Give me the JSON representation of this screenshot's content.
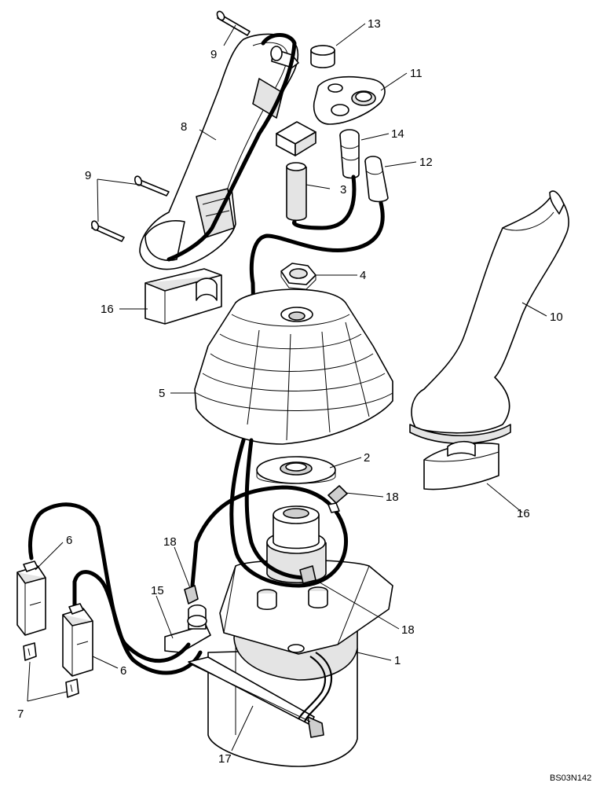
{
  "drawing": {
    "reference": "BS03N142",
    "callouts": [
      {
        "id": "c9a",
        "label": "9"
      },
      {
        "id": "c13",
        "label": "13"
      },
      {
        "id": "c11",
        "label": "11"
      },
      {
        "id": "c8",
        "label": "8"
      },
      {
        "id": "c14",
        "label": "14"
      },
      {
        "id": "c12",
        "label": "12"
      },
      {
        "id": "c9b",
        "label": "9"
      },
      {
        "id": "c3",
        "label": "3"
      },
      {
        "id": "c4",
        "label": "4"
      },
      {
        "id": "c16a",
        "label": "16"
      },
      {
        "id": "c10",
        "label": "10"
      },
      {
        "id": "c5",
        "label": "5"
      },
      {
        "id": "c2",
        "label": "2"
      },
      {
        "id": "c18a",
        "label": "18"
      },
      {
        "id": "c16b",
        "label": "16"
      },
      {
        "id": "c6a",
        "label": "6"
      },
      {
        "id": "c18b",
        "label": "18"
      },
      {
        "id": "c15",
        "label": "15"
      },
      {
        "id": "c18c",
        "label": "18"
      },
      {
        "id": "c1",
        "label": "1"
      },
      {
        "id": "c6b",
        "label": "6"
      },
      {
        "id": "c7",
        "label": "7"
      },
      {
        "id": "c17",
        "label": "17"
      }
    ]
  }
}
